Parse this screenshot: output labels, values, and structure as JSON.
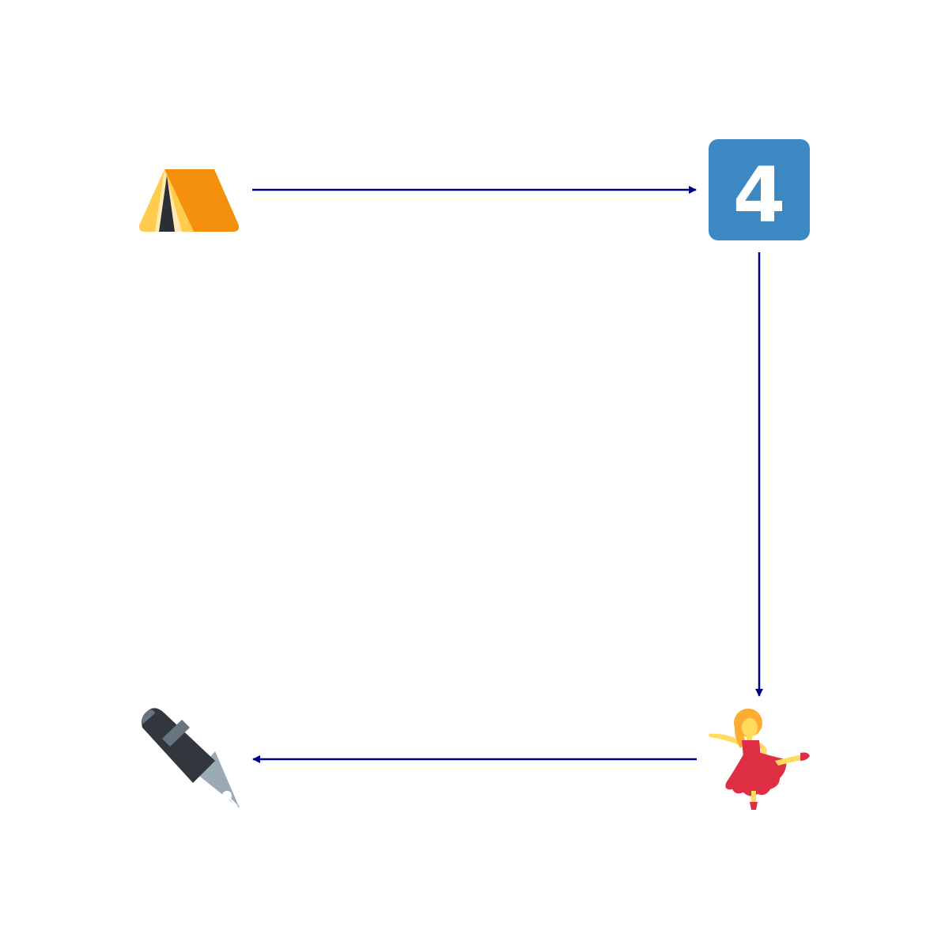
{
  "nodes": [
    {
      "id": "tent",
      "icon": "tent-icon"
    },
    {
      "id": "keycap",
      "icon": "keycap-digit-four-icon",
      "label": "4"
    },
    {
      "id": "dancer",
      "icon": "woman-dancing-icon"
    },
    {
      "id": "pen",
      "icon": "fountain-pen-icon"
    }
  ],
  "edges": [
    {
      "from": "tent",
      "to": "keycap"
    },
    {
      "from": "keycap",
      "to": "dancer"
    },
    {
      "from": "dancer",
      "to": "pen"
    }
  ],
  "colors": {
    "edge": "#00008b",
    "background": "#ffffff",
    "tent_orange": "#f4900c",
    "tent_light": "#ffcc4d",
    "tent_pale": "#ffe8b6",
    "tent_door": "#292f33",
    "keycap_bg": "#3b88c3",
    "keycap_text": "#ffffff",
    "dress": "#dd2e44",
    "skin": "#ffdc5d",
    "hair": "#ffac33",
    "pen_body": "#31373d",
    "pen_band": "#66757f",
    "pen_nib": "#99aab5"
  }
}
